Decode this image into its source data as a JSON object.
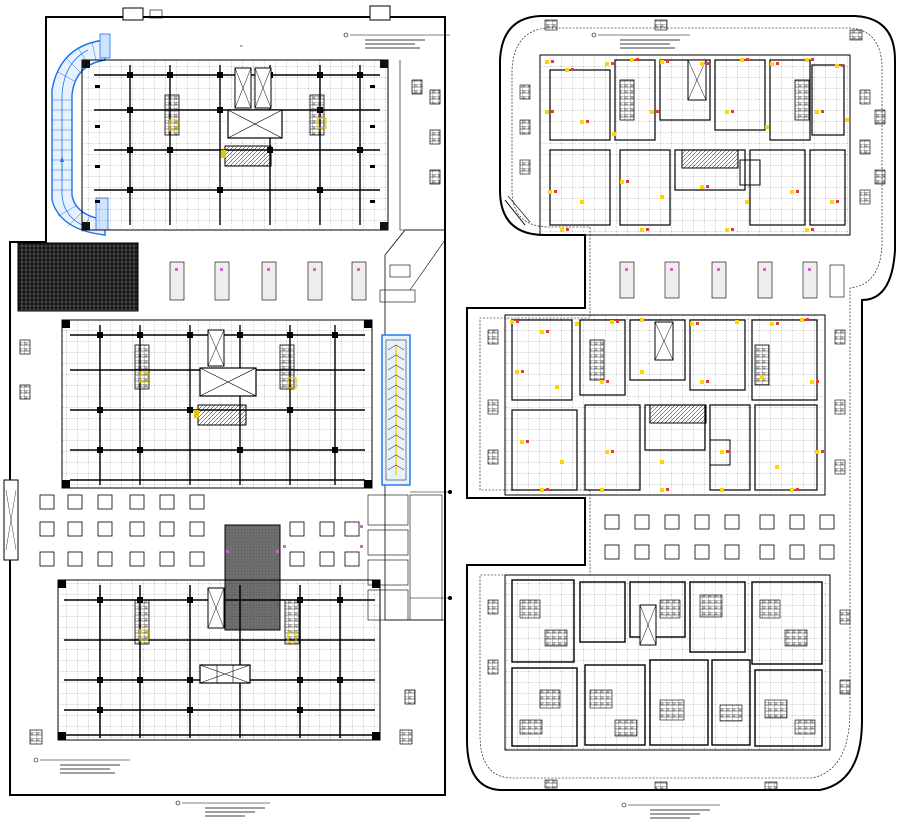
{
  "drawing": {
    "type": "architectural-floor-plan",
    "sheets": 2,
    "left_plan": {
      "name": "left-floor-plan",
      "blocks": [
        "tower-block-a",
        "tower-block-b",
        "tower-block-c"
      ],
      "features": [
        "curved-ramp",
        "hatched-service-area",
        "straight-ramp",
        "parking-bays"
      ]
    },
    "right_plan": {
      "name": "right-floor-plan",
      "blocks": [
        "tower-block-d",
        "tower-block-e",
        "tower-block-f"
      ],
      "features": [
        "rounded-boundary",
        "parking-bays",
        "dimension-markers"
      ]
    }
  },
  "colors": {
    "line": "#000000",
    "ramp": "#1a73e8",
    "ramp_fill": "#e8f2ff",
    "marker_yellow": "#ffd400",
    "marker_red": "#e53935",
    "stair_yellow": "#e6c800",
    "parking_pink": "#c86ac8",
    "grey_fill": "#7a7a7a"
  }
}
